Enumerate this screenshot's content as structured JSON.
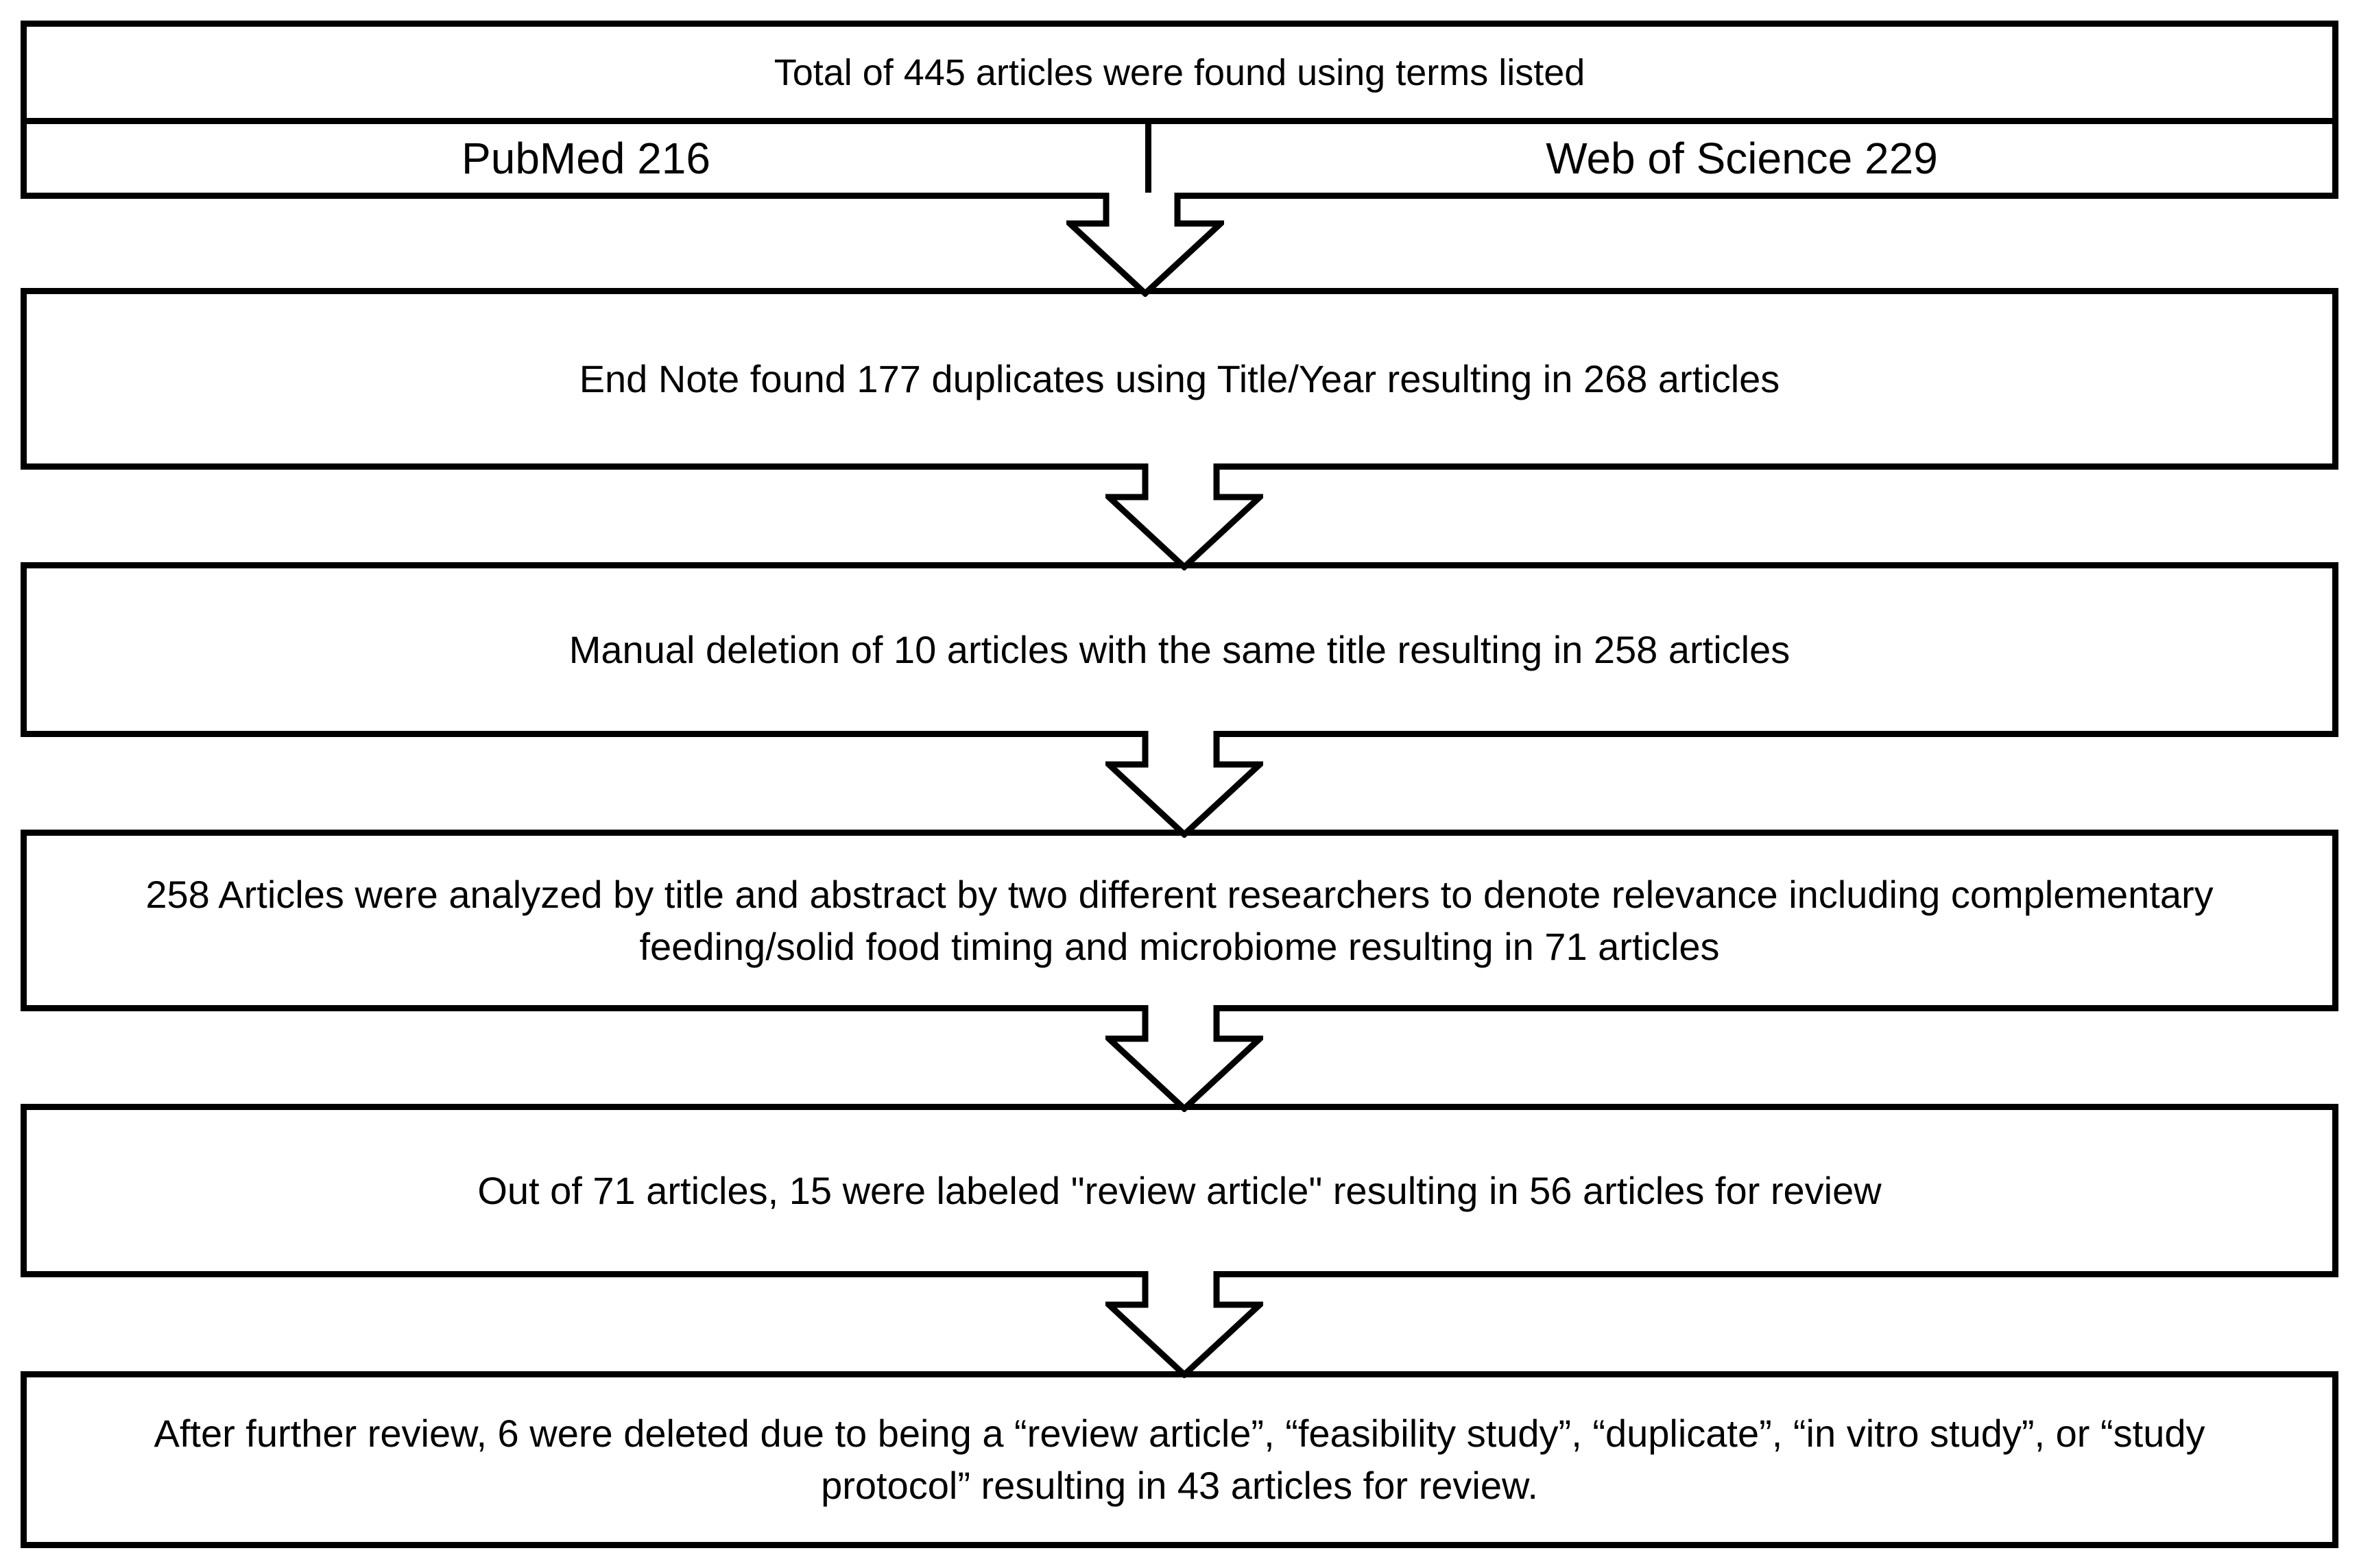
{
  "flowchart": {
    "colors": {
      "outline": "#000000",
      "fill": "#ffffff"
    },
    "source_box": {
      "title": "Total of 445 articles were found using terms listed",
      "sources": [
        {
          "label": "PubMed 216"
        },
        {
          "label": "Web of Science 229"
        }
      ]
    },
    "steps": [
      {
        "lines": [
          "End Note found 177 duplicates using Title/Year resulting in 268 articles"
        ]
      },
      {
        "lines": [
          "Manual deletion of 10 articles with the same title resulting in 258 articles"
        ]
      },
      {
        "lines": [
          "258 Articles were analyzed by title and abstract by two different researchers to denote relevance including complementary",
          "feeding/solid food timing and microbiome resulting in 71 articles"
        ]
      },
      {
        "lines": [
          "Out of 71 articles, 15 were labeled \"review article\" resulting in 56 articles for review"
        ]
      },
      {
        "lines": [
          "After further review, 6 were deleted due to being a “review article”, “feasibility study”, “duplicate”, “in vitro study”, or “study",
          "protocol” resulting in 43 articles for review."
        ]
      }
    ]
  }
}
